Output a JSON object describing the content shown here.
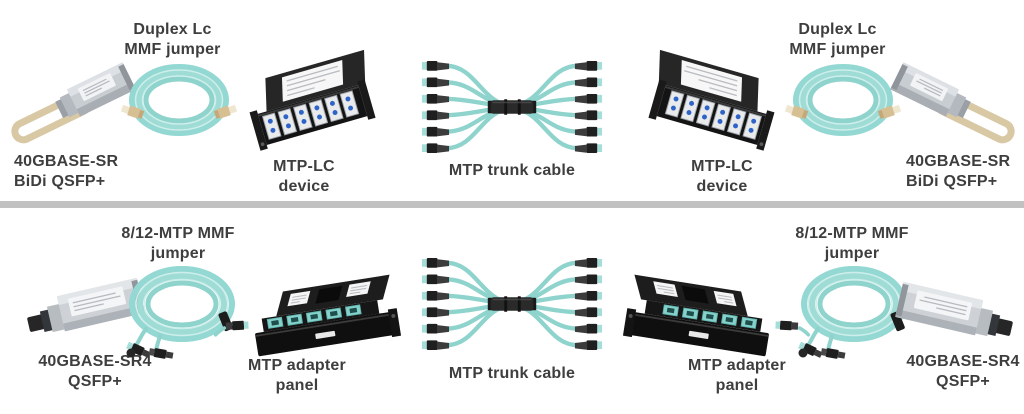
{
  "colors": {
    "cable_aqua": "#8fd3cd",
    "connector_black": "#1f1f1f",
    "divider_gray": "#c1c1c1",
    "label_text": "#3e3e3e"
  },
  "top_row": {
    "left_transceiver_label": {
      "line1": "40GBASE-SR",
      "line2": "BiDi QSFP+"
    },
    "left_jumper_label": {
      "line1": "Duplex Lc",
      "line2": "MMF jumper"
    },
    "left_device_label": {
      "line1": "MTP-LC",
      "line2": "device"
    },
    "trunk_label": "MTP trunk cable",
    "right_device_label": {
      "line1": "MTP-LC",
      "line2": "device"
    },
    "right_jumper_label": {
      "line1": "Duplex Lc",
      "line2": "MMF jumper"
    },
    "right_transceiver_label": {
      "line1": "40GBASE-SR",
      "line2": "BiDi QSFP+"
    }
  },
  "bottom_row": {
    "left_transceiver_label": {
      "line1": "40GBASE-SR4",
      "line2": "QSFP+"
    },
    "left_jumper_label": {
      "line1": "8/12-MTP MMF",
      "line2": "jumper"
    },
    "left_panel_label": {
      "line1": "MTP adapter",
      "line2": "panel"
    },
    "trunk_label": "MTP trunk cable",
    "right_panel_label": {
      "line1": "MTP adapter",
      "line2": "panel"
    },
    "right_jumper_label": {
      "line1": "8/12-MTP MMF",
      "line2": "jumper"
    },
    "right_transceiver_label": {
      "line1": "40GBASE-SR4",
      "line2": "QSFP+"
    }
  }
}
